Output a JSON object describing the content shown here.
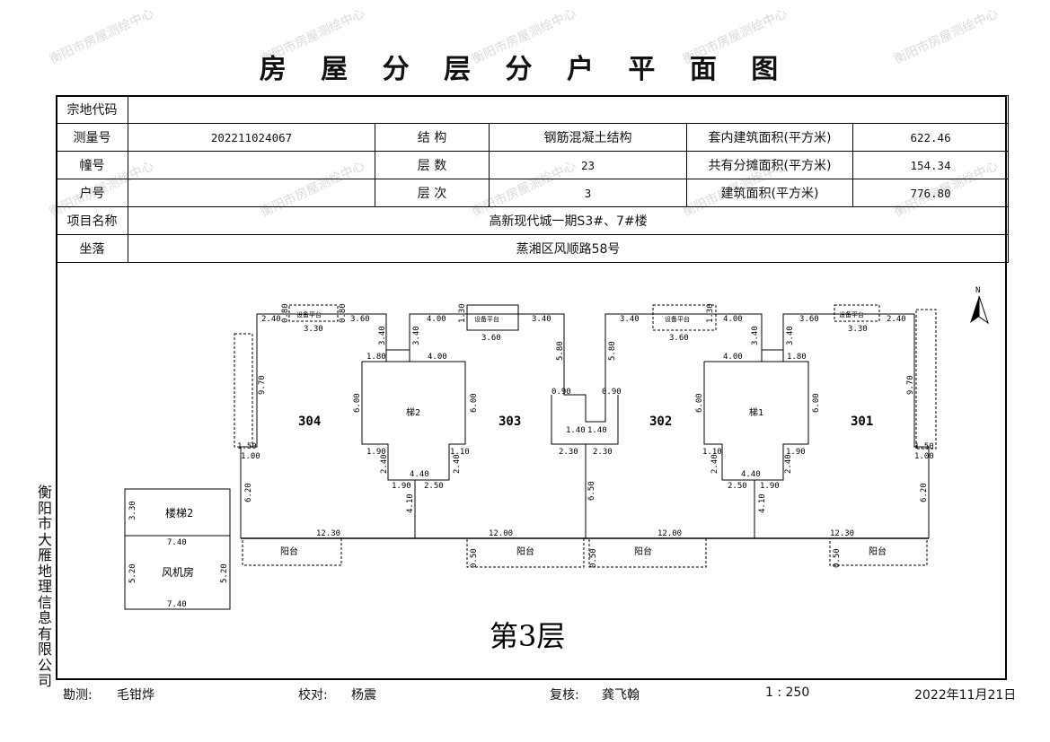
{
  "title": "房 屋 分 层 分 户 平 面 图",
  "info": {
    "parcel_code_label": "宗地代码",
    "parcel_code": "",
    "survey_no_label": "测量号",
    "survey_no": "202211024067",
    "structure_label": "结  构",
    "structure": "钢筋混凝土结构",
    "inner_area_label": "套内建筑面积(平方米)",
    "inner_area": "622.46",
    "building_no_label": "幢号",
    "building_no": "",
    "floors_label": "层  数",
    "floors": "23",
    "shared_area_label": "共有分摊面积(平方米)",
    "shared_area": "154.34",
    "unit_no_label": "户号",
    "unit_no": "",
    "floor_seq_label": "层  次",
    "floor_seq": "3",
    "build_area_label": "建筑面积(平方米)",
    "build_area": "776.80",
    "project_label": "项目名称",
    "project": "高新现代城一期S3#、7#楼",
    "location_label": "坐落",
    "location": "蒸湘区风顺路58号"
  },
  "plan": {
    "units": [
      "304",
      "303",
      "302",
      "301"
    ],
    "stair2": "梯2",
    "stair1": "梯1",
    "equipment_platform": "设备平台",
    "balcony": "阳台",
    "stair_room": "楼梯2",
    "fan_room": "风机房",
    "floor_label": "第3层",
    "north": "N",
    "dims": {
      "d240": "2.40",
      "d330": "3.30",
      "d360": "3.60",
      "d400": "4.00",
      "d340": "3.40",
      "d180": "1.80",
      "d190": "1.90",
      "d440": "4.40",
      "d250": "2.50",
      "d110": "1.10",
      "d230": "2.30",
      "d140": "1.40",
      "d090": "0.90",
      "d150": "1.50",
      "d100": "1.00",
      "d1230": "12.30",
      "d1200": "12.00",
      "d740": "7.40",
      "d600": "6.00",
      "d970": "9.70",
      "d620": "6.20",
      "d410": "4.10",
      "d650": "6.50",
      "d580": "5.80",
      "d520": "5.20",
      "d130": "1.30",
      "d050": "0.50",
      "d080": "0.80"
    }
  },
  "side_text": "衡阳市大雁地理信息有限公司",
  "watermark": "衡阳市房屋测绘中心",
  "footer": {
    "survey_label": "勘测:",
    "surveyor": "毛钳烨",
    "check_label": "校对:",
    "checker": "杨震",
    "review_label": "复核:",
    "reviewer": "龚飞翰",
    "scale": "1 : 250",
    "date": "2022年11月21日"
  }
}
